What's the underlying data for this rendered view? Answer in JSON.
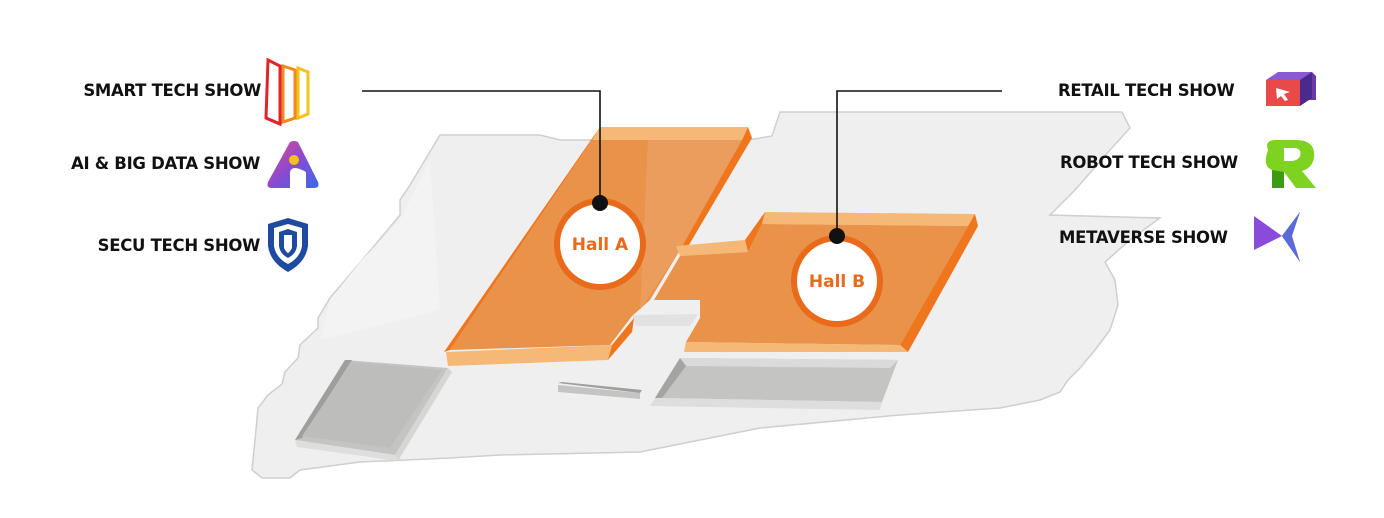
{
  "shows_left": [
    {
      "label": "SMART TECH SHOW",
      "icon": "smart-tech-logo-icon"
    },
    {
      "label": "AI & BIG DATA SHOW",
      "icon": "ai-big-data-logo-icon"
    },
    {
      "label": "SECU TECH SHOW",
      "icon": "secu-tech-shield-icon"
    }
  ],
  "shows_right": [
    {
      "label": "RETAIL TECH SHOW",
      "icon": "retail-tech-cube-icon"
    },
    {
      "label": "ROBOT TECH SHOW",
      "icon": "robot-tech-r-icon"
    },
    {
      "label": "METAVERSE SHOW",
      "icon": "metaverse-logo-icon"
    }
  ],
  "halls": [
    {
      "label": "Hall A"
    },
    {
      "label": "Hall B"
    }
  ],
  "colors": {
    "hall_fill": "#E8924A",
    "hall_edge": "#F0761E",
    "hall_top": "#F6B877",
    "hall_label": "#E86A1A",
    "venue_fill": "#EFEFEF",
    "venue_edge": "#C9C9C9",
    "block_fill": "#C4C4C2"
  }
}
